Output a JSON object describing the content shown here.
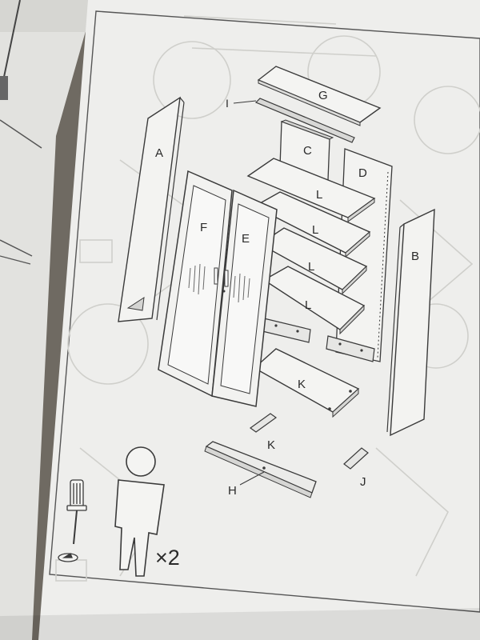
{
  "diagram": {
    "parts": [
      {
        "id": "G",
        "label": "G"
      },
      {
        "id": "I",
        "label": "I"
      },
      {
        "id": "C",
        "label": "C"
      },
      {
        "id": "D",
        "label": "D"
      },
      {
        "id": "A",
        "label": "A"
      },
      {
        "id": "L1",
        "label": "L"
      },
      {
        "id": "L2",
        "label": "L"
      },
      {
        "id": "L3",
        "label": "L"
      },
      {
        "id": "L4",
        "label": "L"
      },
      {
        "id": "F",
        "label": "F"
      },
      {
        "id": "E",
        "label": "E"
      },
      {
        "id": "B",
        "label": "B"
      },
      {
        "id": "H",
        "label": "H"
      },
      {
        "id": "K1",
        "label": "K"
      },
      {
        "id": "K2",
        "label": "K"
      },
      {
        "id": "J",
        "label": "J"
      }
    ],
    "people_count": "×2",
    "colors": {
      "paper": "#eeeeec",
      "line": "#3a3a3a",
      "ghost": "#c9c9c6",
      "background": "#6f6a62"
    }
  },
  "icons": [
    "screwdriver-icon",
    "person-icon"
  ]
}
